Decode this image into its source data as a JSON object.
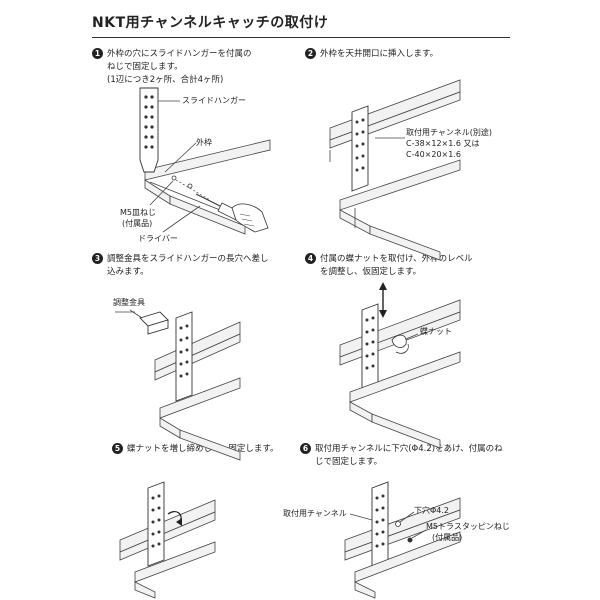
{
  "title": "NKT用チャンネルキャッチの取付け",
  "steps": [
    {
      "num": "1",
      "lines": [
        "外枠の穴にスライドハンガーを付属の",
        "ねじで固定します。",
        "(1辺につき2ヶ所、合計4ヶ所)"
      ]
    },
    {
      "num": "2",
      "lines": [
        "外枠を天井開口に挿入します。"
      ]
    },
    {
      "num": "3",
      "lines": [
        "調整金具をスライドハンガーの長穴へ差し",
        "込みます。"
      ]
    },
    {
      "num": "4",
      "lines": [
        "付属の蝶ナットを取付け、外枠のレベル",
        "を調整し、仮固定します。"
      ]
    },
    {
      "num": "5",
      "lines": [
        "蝶ナットを増し締めして、固定します。"
      ]
    },
    {
      "num": "6",
      "lines": [
        "取付用チャンネルに下穴(Φ4.2)をあけ、付属のね",
        "じで固定します。"
      ]
    }
  ],
  "labels": {
    "slide_hanger": "スライドハンガー",
    "outer_frame": "外枠",
    "m5_screw": "M5皿ねじ",
    "m5_screw_sub": "(付属品)",
    "driver": "ドライバー",
    "channel_line1": "取付用チャンネル(別途)",
    "channel_line2": "C-38×12×1.6 又は",
    "channel_line3": "C-40×20×1.6",
    "adjust_bracket": "調整金具",
    "wing_nut": "蝶ナット",
    "mount_channel": "取付用チャンネル",
    "pilot_hole": "下穴Φ4.2",
    "tapping_screw": "M5トラスタッピンねじ",
    "tapping_screw_sub": "(付属品)"
  }
}
